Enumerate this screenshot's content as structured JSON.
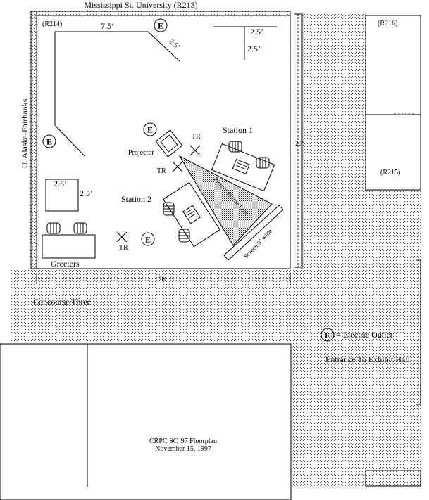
{
  "title_top": "Mississippi St. University (R213)",
  "label_left": "U. Alaska-Fairbanks",
  "rooms": {
    "r214": "(R214)",
    "r216": "(R216)",
    "r215": "(R215)"
  },
  "dimensions": {
    "top_wall": "7.5’",
    "diag_top": "2.5’",
    "corner_h": "2.5’",
    "corner_v": "2.5’",
    "box_h": "2.5’",
    "box_v": "2.5’",
    "right_20": "20’",
    "bottom_20": "20’"
  },
  "equipment": {
    "projector": "Projector",
    "tr1": "TR",
    "tr2": "TR",
    "tr3": "TR",
    "station1": "Station 1",
    "station2": "Station 2",
    "greeters": "Greeters",
    "beam_text": "Picture Frame Line",
    "screen": "Screen 6’ wide"
  },
  "outlet_letter": "E",
  "concourse": "Concourse Three",
  "legend": {
    "outlet_label": "= Electric Outlet"
  },
  "entrance": "Entrance To Exhibit Hall",
  "footer": {
    "line1": "CRPC SC '97 Floorplan",
    "line2": "November 15, 1997"
  }
}
